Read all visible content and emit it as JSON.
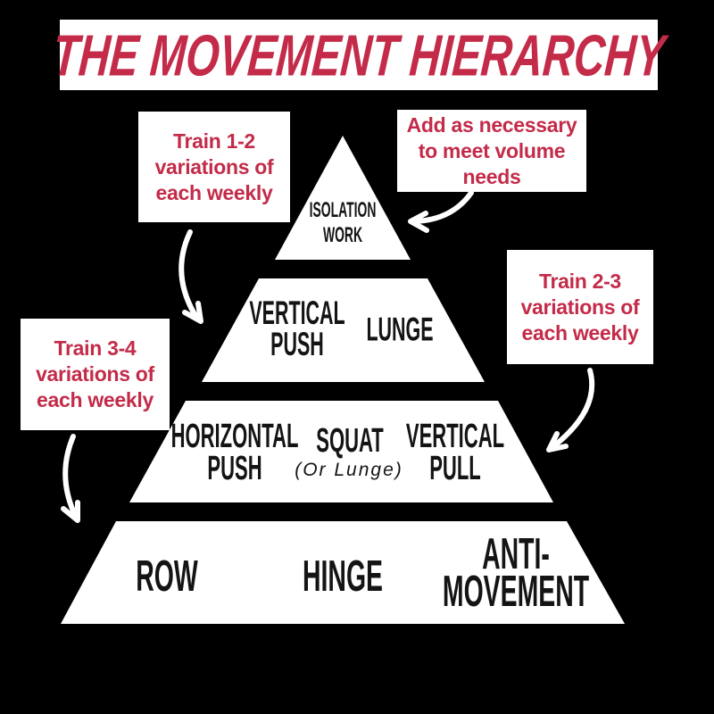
{
  "title": "THE MOVEMENT HIERARCHY",
  "colors": {
    "background": "#000000",
    "box_white": "#ffffff",
    "accent_red": "#c32b49",
    "label_black": "#141414"
  },
  "pyramid": {
    "tier1": {
      "isolation_work": "ISOLATION\nWORK"
    },
    "tier2": {
      "vertical_push": "VERTICAL\nPUSH",
      "lunge": "LUNGE"
    },
    "tier3": {
      "horizontal_push": "HORIZONTAL\nPUSH",
      "squat": "SQUAT",
      "squat_note": "(Or Lunge)",
      "vertical_pull": "VERTICAL\nPULL"
    },
    "tier4": {
      "row": "ROW",
      "hinge": "HINGE",
      "anti_movement": "ANTI-\nMOVEMENT"
    }
  },
  "callouts": {
    "top_left": {
      "text": "Train 1-2\nvariations of\neach weekly"
    },
    "top_right": {
      "text": "Add as necessary\nto meet volume\nneeds"
    },
    "right": {
      "text": "Train 2-3\nvariations of\neach weekly"
    },
    "left": {
      "text": "Train 3-4\nvariations of\neach weekly"
    }
  }
}
